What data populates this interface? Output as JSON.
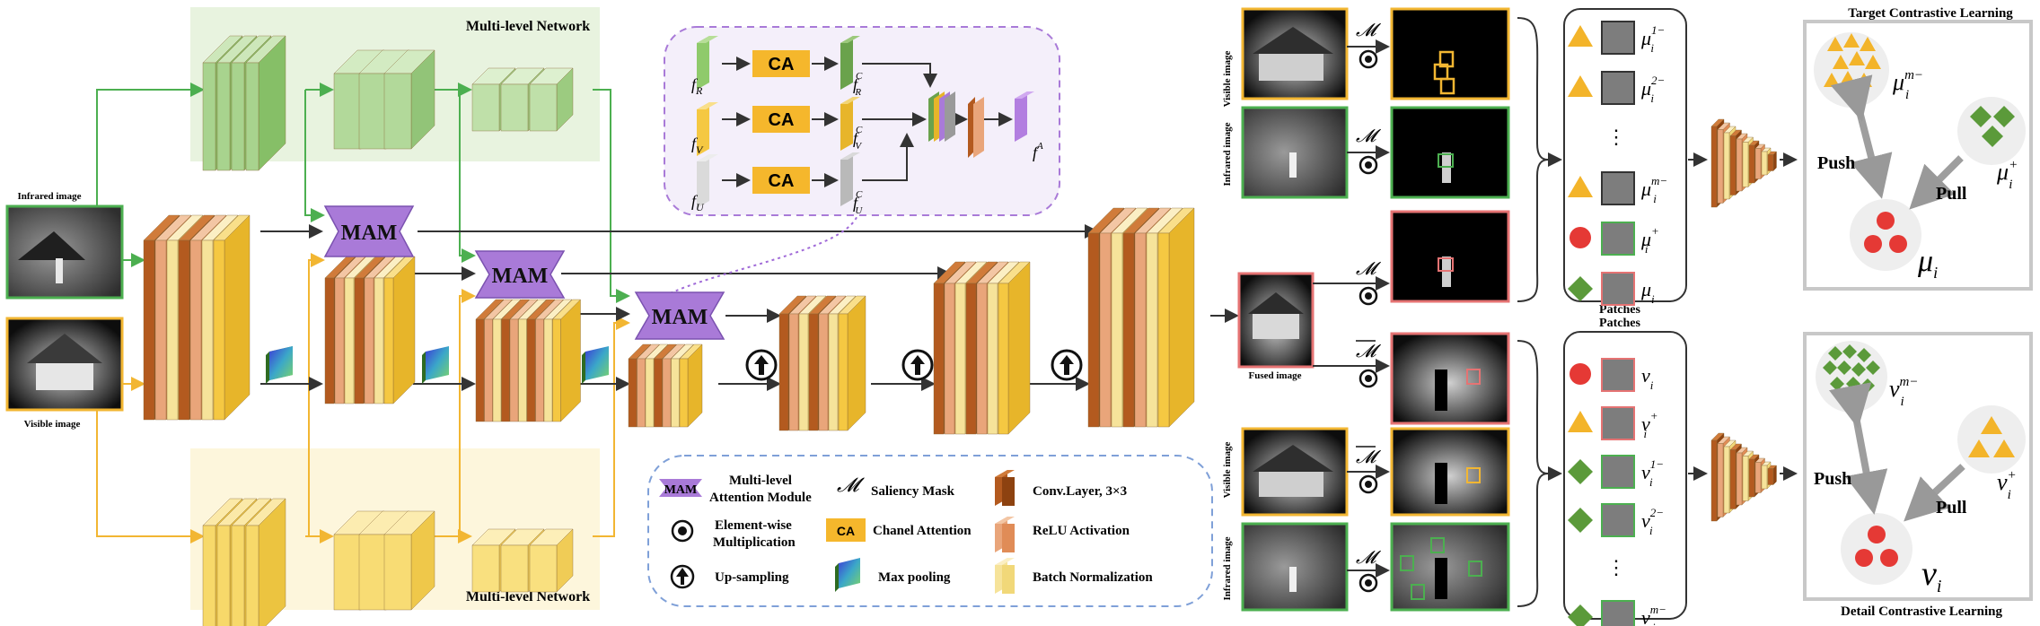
{
  "palette": {
    "green": "#4caf50",
    "yellow_line": "#f2b632",
    "brown": "#b35a1f",
    "peach": "#e9a57a",
    "light_yellow": "#f6e39a",
    "yellow": "#f5c842",
    "purple": "#a97ad8",
    "gray_line": "#333333",
    "red": "#e53935",
    "triangle": "#f3b42a",
    "diamond": "#5b9a3a",
    "green_bg": "#e8f3df",
    "yellow_bg": "#fdf6dc",
    "lavender_bg": "#f4effa"
  },
  "inputs": {
    "infrared_label": "Infrared image",
    "visible_label": "Visible image",
    "fused_label": "Fused image"
  },
  "multilevel": {
    "top_title": "Multi-level Network",
    "bottom_title": "Multi-level Network"
  },
  "mam_label": "MAM",
  "attention": {
    "ca_label": "CA",
    "f_R": "f",
    "f_R_sub": "R",
    "f_V": "f",
    "f_V_sub": "V",
    "f_U": "f",
    "f_U_sub": "U",
    "fc_R_sub": "R",
    "fc_V_sub": "V",
    "fc_U_sub": "U",
    "fc_sup": "C",
    "f_A": "f",
    "f_A_sup": "A"
  },
  "legend": {
    "mam_badge": "MAM",
    "mam_text_1": "Multi-level",
    "mam_text_2": "Attention Module",
    "mask_symbol": "𝓜",
    "mask_text": "Saliency Mask",
    "conv_text": "Conv.Layer, 3×3",
    "elem_text_1": "Element-wise",
    "elem_text_2": "Multiplication",
    "ca_badge": "CA",
    "ca_text": "Chanel Attention",
    "relu_text": "ReLU Activation",
    "up_text": "Up-sampling",
    "pool_text": "Max pooling",
    "bn_text": "Batch Normalization"
  },
  "right_top": {
    "visible_side": "Visible image",
    "infrared_side": "Infrared image",
    "mask_symbol": "𝓜",
    "patches_label": "Patches",
    "patches": [
      {
        "shape": "triangle",
        "label": "μ",
        "sup": "1−",
        "sub": "i"
      },
      {
        "shape": "triangle",
        "label": "μ",
        "sup": "2−",
        "sub": "i"
      },
      {
        "shape": "dots",
        "label": "⋮"
      },
      {
        "shape": "triangle",
        "label": "μ",
        "sup": "m−",
        "sub": "i"
      },
      {
        "shape": "circle",
        "label": "μ",
        "sup": "+",
        "sub": "i"
      },
      {
        "shape": "diamond",
        "label": "μ",
        "sup": "",
        "sub": "i"
      }
    ]
  },
  "right_bottom": {
    "visible_side": "Visible image",
    "infrared_side": "Infrared image",
    "mask_symbol": "𝓜",
    "patches_label": "Patches",
    "patches": [
      {
        "shape": "circle",
        "label": "ν",
        "sup": "",
        "sub": "i"
      },
      {
        "shape": "triangle",
        "label": "ν",
        "sup": "+",
        "sub": "i"
      },
      {
        "shape": "diamond",
        "label": "ν",
        "sup": "1−",
        "sub": "i"
      },
      {
        "shape": "diamond",
        "label": "ν",
        "sup": "2−",
        "sub": "i"
      },
      {
        "shape": "dots",
        "label": "⋮"
      },
      {
        "shape": "diamond",
        "label": "ν",
        "sup": "m−",
        "sub": "i"
      }
    ]
  },
  "target_cl": {
    "title": "Target Contrastive Learning",
    "push": "Push",
    "pull": "Pull",
    "neg_label": "μ",
    "neg_sup": "m−",
    "neg_sub": "i",
    "pos_label": "μ",
    "pos_sup": "+",
    "pos_sub": "i",
    "anchor_label": "μ",
    "anchor_sub": "i"
  },
  "detail_cl": {
    "title": "Detail Contrastive Learning",
    "push": "Push",
    "pull": "Pull",
    "neg_label": "ν",
    "neg_sup": "m−",
    "neg_sub": "i",
    "pos_label": "ν",
    "pos_sup": "+",
    "pos_sub": "i",
    "anchor_label": "ν",
    "anchor_sub": "i"
  }
}
